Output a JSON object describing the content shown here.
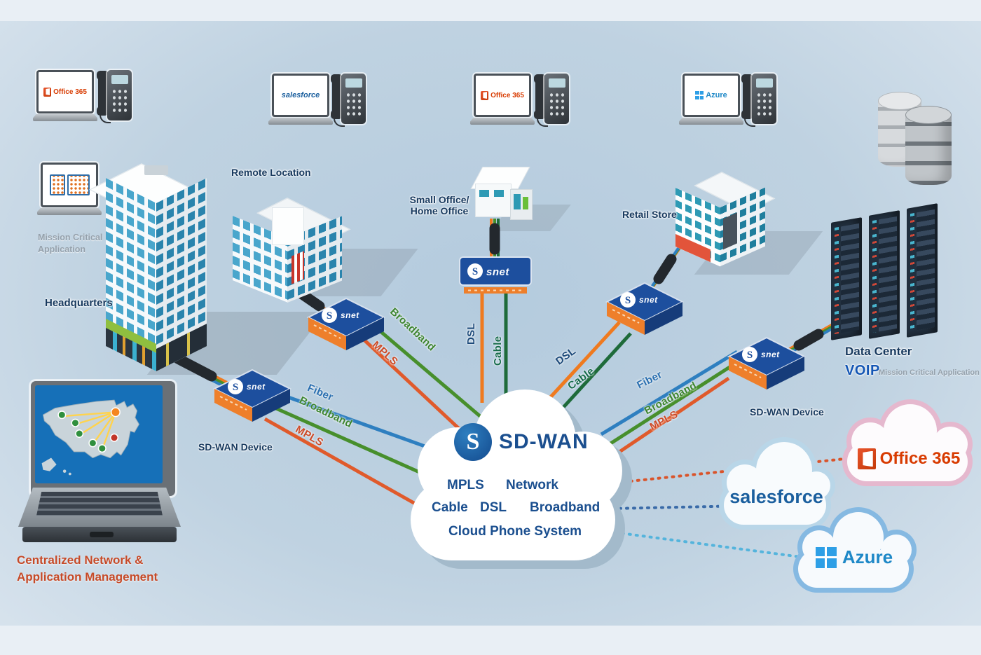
{
  "sites": {
    "headquarters_label": "Headquarters",
    "mission_critical_line1": "Mission Critical",
    "mission_critical_line2": "Application",
    "remote_location_label": "Remote Location",
    "small_office_line1": "Small Office/",
    "small_office_line2": "Home Office",
    "retail_store_label": "Retail Store",
    "data_center_label": "Data Center",
    "data_center_voip": "VOIP",
    "data_center_mission": "Mission Critical Application"
  },
  "endpoints": {
    "hq_app": "Office 365",
    "remote_app": "salesforce",
    "soho_app": "Office 365",
    "retail_app": "Azure"
  },
  "devices": {
    "brand": "snet",
    "logo_letter": "S",
    "hq_label": "SD-WAN Device",
    "dc_label": "SD-WAN Device"
  },
  "cloud": {
    "logo_letter": "S",
    "title": "SD-WAN",
    "item_mpls": "MPLS",
    "item_network": "Network",
    "item_cable": "Cable",
    "item_dsl": "DSL",
    "item_broadband": "Broadband",
    "item_phone": "Cloud Phone System"
  },
  "links": {
    "hq_fiber": "Fiber",
    "hq_broadband": "Broadband",
    "hq_mpls": "MPLS",
    "remote_broadband": "Broadband",
    "remote_mpls": "MPLS",
    "soho_dsl": "DSL",
    "soho_cable": "Cable",
    "retail_dsl": "DSL",
    "retail_cable": "Cable",
    "dc_fiber": "Fiber",
    "dc_broadband": "Broadband",
    "dc_mpls": "MPLS"
  },
  "saas": {
    "office365": "Office 365",
    "salesforce": "salesforce",
    "azure": "Azure"
  },
  "management": {
    "line1": "Centralized Network &",
    "line2": "Application Management"
  },
  "colors": {
    "fiber": "#2e7fc0",
    "broadband": "#478f2c",
    "mpls": "#e05a2b",
    "dsl": "#ef7a1f",
    "cable": "#1e6b3a",
    "dotted_office365": "#d9542b",
    "dotted_salesforce": "#3a6ba8",
    "dotted_azure": "#54b4dc",
    "device_blue": "#1d4f9e",
    "device_orange": "#ee7f2b",
    "text_navy": "#17395e",
    "text_cloud": "#1b4f8f",
    "text_management": "#c64a28"
  }
}
